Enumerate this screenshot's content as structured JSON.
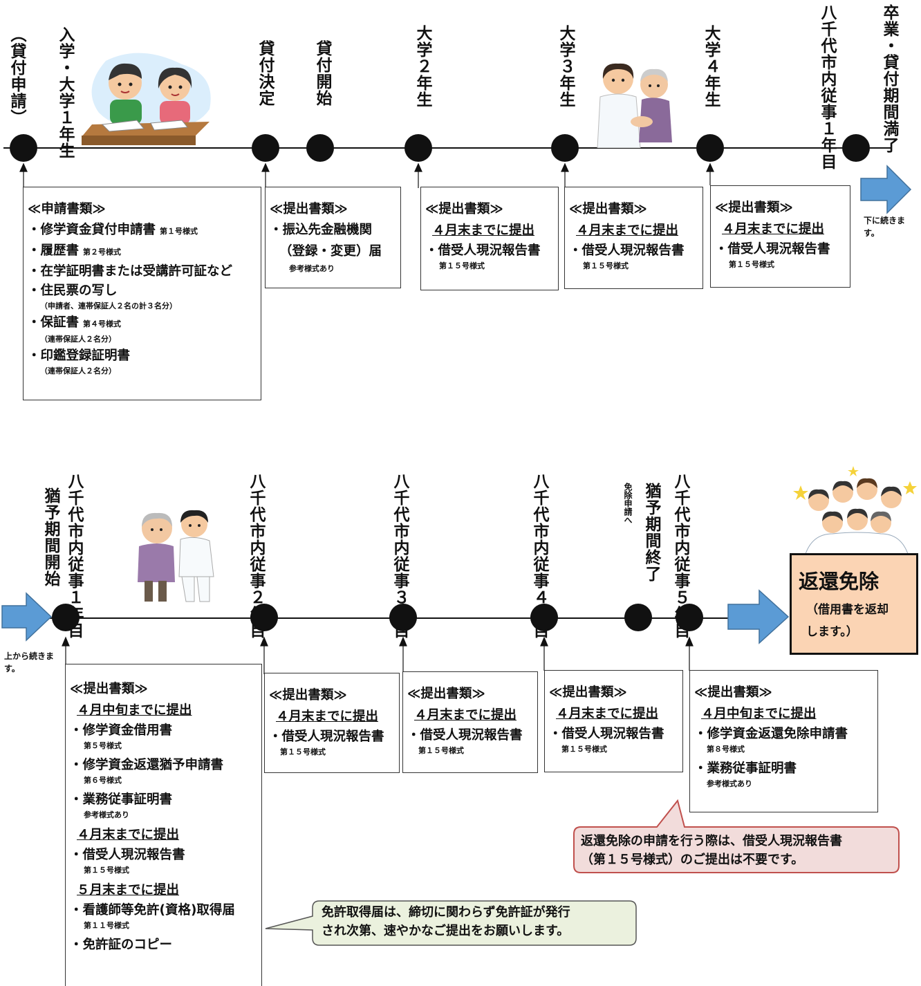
{
  "timeline1": {
    "labels": {
      "enrollment": "入学・大学１年生",
      "enrollment_sub": "（貸付申請）",
      "loan_decision": "貸付決定",
      "loan_start": "貸付開始",
      "year2": "大学２年生",
      "year3": "大学３年生",
      "year4": "大学４年生",
      "graduation": "卒業・貸付期間満了",
      "yachiyo_work_y1": "八千代市内従事１年目"
    },
    "continue_label": "下に続きます。",
    "boxes": {
      "application": {
        "head": "≪申請書類≫",
        "items": [
          {
            "name": "・修学資金貸付申請書",
            "form": "第１号様式"
          },
          {
            "name": "・履歴書",
            "form": "第２号様式"
          },
          {
            "name": "・在学証明書または受講許可証など"
          },
          {
            "name": "・住民票の写し",
            "note": "（申請者、連帯保証人２名の計３名分）"
          },
          {
            "name": "・保証書",
            "form": "第４号様式",
            "note": "（連帯保証人２名分）"
          },
          {
            "name": "・印鑑登録証明書",
            "note": "（連帯保証人２名分）"
          }
        ]
      },
      "decision": {
        "head": "≪提出書類≫",
        "item_line1": "・振込先金融機関",
        "item_line2": "（登録・変更）届",
        "note": "参考様式あり"
      },
      "year2": {
        "head": "≪提出書類≫",
        "due": "４月末までに提出",
        "item": "・借受人現況報告書",
        "note": "第１５号様式"
      },
      "year3": {
        "head": "≪提出書類≫",
        "due": "４月末までに提出",
        "item": "・借受人現況報告書",
        "note": "第１５号様式"
      },
      "year4": {
        "head": "≪提出書類≫",
        "due": "４月末までに提出",
        "item": "・借受人現況報告書",
        "note": "第１５号様式"
      }
    }
  },
  "timeline2": {
    "continue_label": "上から続きます。",
    "labels": {
      "work_y1": "八千代市内従事１年目",
      "grace_start": "猶予期間開始",
      "work_y2": "八千代市内従事２年目",
      "work_y3": "八千代市内従事３年目",
      "work_y4": "八千代市内従事４年目",
      "grace_end": "猶予期間終了",
      "exempt_apply": "免除申請へ",
      "work_y5": "八千代市内従事５年目"
    },
    "exemption": {
      "title": "返還免除",
      "sub_line1": "（借用書を返却",
      "sub_line2": "します。）"
    },
    "boxes": {
      "y1": {
        "head": "≪提出書類≫",
        "due1": "４月中旬までに提出",
        "items1": [
          {
            "name": "・修学資金借用書",
            "note": "第５号様式"
          },
          {
            "name": "・修学資金返還猶予申請書",
            "note": "第６号様式"
          },
          {
            "name": "・業務従事証明書",
            "note": "参考様式あり"
          }
        ],
        "due2": "４月末までに提出",
        "items2": [
          {
            "name": "・借受人現況報告書",
            "note": "第１５号様式"
          }
        ],
        "due3": "５月末までに提出",
        "items3": [
          {
            "name": "・看護師等免許(資格)取得届",
            "note": "第１１号様式"
          },
          {
            "name": "・免許証のコピー"
          }
        ]
      },
      "y2": {
        "head": "≪提出書類≫",
        "due": "４月末までに提出",
        "item": "・借受人現況報告書",
        "note": "第１５号様式"
      },
      "y3": {
        "head": "≪提出書類≫",
        "due": "４月末までに提出",
        "item": "・借受人現況報告書",
        "note": "第１５号様式"
      },
      "y4": {
        "head": "≪提出書類≫",
        "due": "４月末までに提出",
        "item": "・借受人現況報告書",
        "note": "第１５号様式"
      },
      "y5": {
        "head": "≪提出書類≫",
        "due": "４月中旬までに提出",
        "items": [
          {
            "name": "・修学資金返還免除申請書",
            "note": "第８号様式"
          },
          {
            "name": "・業務従事証明書",
            "note": "参考様式あり"
          }
        ]
      }
    },
    "callouts": {
      "license_line1": "免許取得届は、締切に関わらず免許証が発行",
      "license_line2": "され次第、速やかなご提出をお願いします。",
      "exempt_line1": "返還免除の申請を行う際は、借受人現況報告書",
      "exempt_line2": "（第１５号様式）のご提出は不要です。"
    }
  },
  "colors": {
    "arrow": "#5b9bd5",
    "exemption_fill": "#fbd4b4",
    "callout_license_fill": "#ebf1de",
    "callout_exempt_fill": "#f2dcdb",
    "callout_exempt_border": "#c0504d"
  }
}
